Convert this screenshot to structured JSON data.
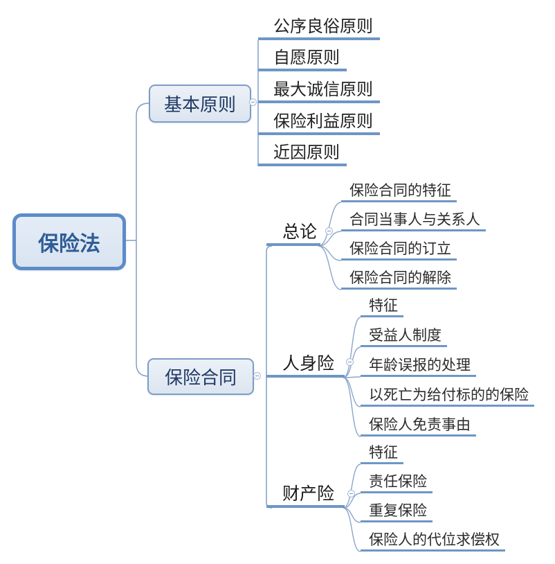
{
  "root": {
    "label": "保险法"
  },
  "branches": [
    {
      "label": "基本原则",
      "children": [
        {
          "label": "公序良俗原则"
        },
        {
          "label": "自愿原则"
        },
        {
          "label": "最大诚信原则"
        },
        {
          "label": "保险利益原则"
        },
        {
          "label": "近因原则"
        }
      ]
    },
    {
      "label": "保险合同",
      "children": [
        {
          "label": "总论",
          "children": [
            {
              "label": "保险合同的特征"
            },
            {
              "label": "合同当事人与关系人"
            },
            {
              "label": "保险合同的订立"
            },
            {
              "label": "保险合同的解除"
            }
          ]
        },
        {
          "label": "人身险",
          "children": [
            {
              "label": "特征"
            },
            {
              "label": "受益人制度"
            },
            {
              "label": "年龄误报的处理"
            },
            {
              "label": "以死亡为给付标的的保险"
            },
            {
              "label": "保险人免责事由"
            }
          ]
        },
        {
          "label": "财产险",
          "children": [
            {
              "label": "特征"
            },
            {
              "label": "责任保险"
            },
            {
              "label": "重复保险"
            },
            {
              "label": "保险人的代位求偿权"
            }
          ]
        }
      ]
    }
  ],
  "colors": {
    "branch_line": "#6d96c5",
    "thin_connector": "#7e9ec8",
    "root_border": "#5c8cc8",
    "root_fill": "#dde7f3",
    "root_text": "#2f5d96",
    "box_border": "#7c9dc6",
    "box_fill": "#e4eaf2",
    "box_text": "#1f3864",
    "leaf_text": "#2b2b2b",
    "background": "#ffffff"
  },
  "icons": {
    "collapse": "minus-circle-icon"
  }
}
